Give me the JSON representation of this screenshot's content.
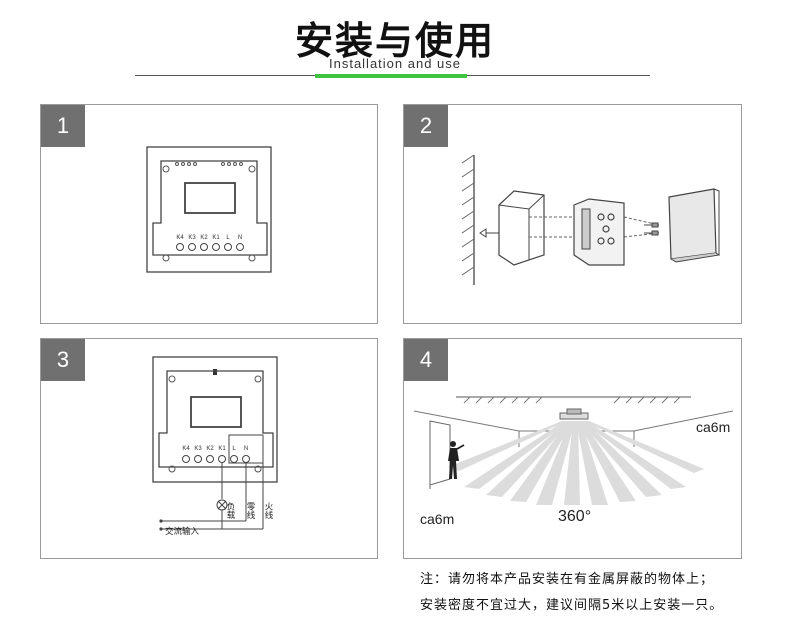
{
  "header": {
    "title": "安装与使用",
    "subtitle": "Installation and use"
  },
  "panels": [
    {
      "number": "1",
      "terminals": [
        "K4",
        "K3",
        "K2",
        "K1",
        "L",
        "N"
      ]
    },
    {
      "number": "2"
    },
    {
      "number": "3",
      "terminals": [
        "K4",
        "K3",
        "K2",
        "K1",
        "L",
        "N"
      ],
      "load_label": "负载",
      "neutral_label": "零线",
      "live_label": "火线",
      "ac_label": "交流输入"
    },
    {
      "number": "4",
      "range_right": "ca6m",
      "range_left": "ca6m",
      "angle": "360°"
    }
  ],
  "notes": {
    "line1": "注：请勿将本产品安装在有金属屏蔽的物体上；",
    "line2": "安装密度不宜过大，建议间隔5米以上安装一只。"
  },
  "colors": {
    "accent": "#3ec43e",
    "badge": "#707070",
    "border": "#9a9a9a"
  }
}
